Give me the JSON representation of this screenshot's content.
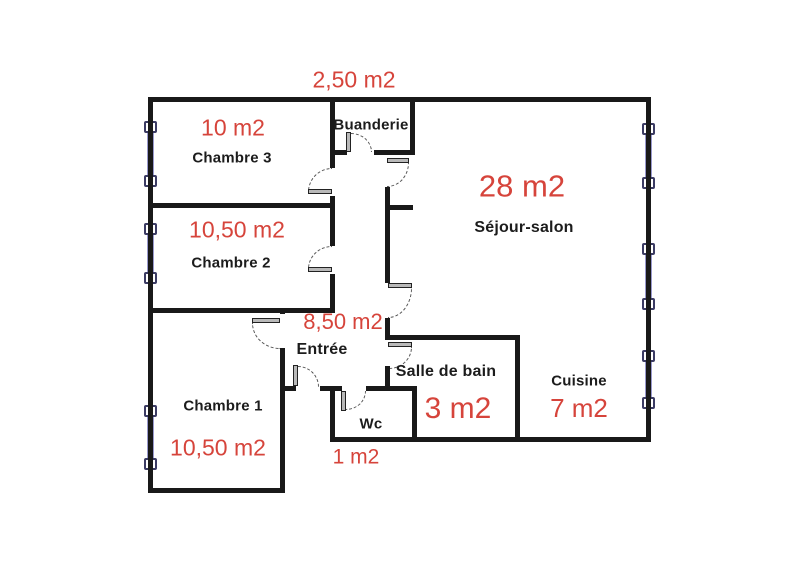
{
  "plan": {
    "colors": {
      "background": "#ffffff",
      "wall": "#191919",
      "room_name_text": "#1c1c1c",
      "area_text": "#d6443b",
      "window_glass": "#9a9ace",
      "window_frame": "#3b3b63",
      "door_leaf": "#b9b9b9",
      "door_arc": "#555555"
    },
    "area_unit": "m2"
  },
  "rooms": [
    {
      "name": "Buanderie",
      "area": "2,50 m2"
    },
    {
      "name": "Chambre 3",
      "area": "10 m2"
    },
    {
      "name": "Chambre 2",
      "area": "10,50 m2"
    },
    {
      "name": "Séjour-salon",
      "area": "28 m2"
    },
    {
      "name": "Entrée",
      "area": "8,50 m2"
    },
    {
      "name": "Chambre 1",
      "area": "10,50 m2"
    },
    {
      "name": "Salle de bain",
      "area": "3 m2"
    },
    {
      "name": "Wc",
      "area": "1 m2"
    },
    {
      "name": "Cuisine",
      "area": "7 m2"
    }
  ]
}
